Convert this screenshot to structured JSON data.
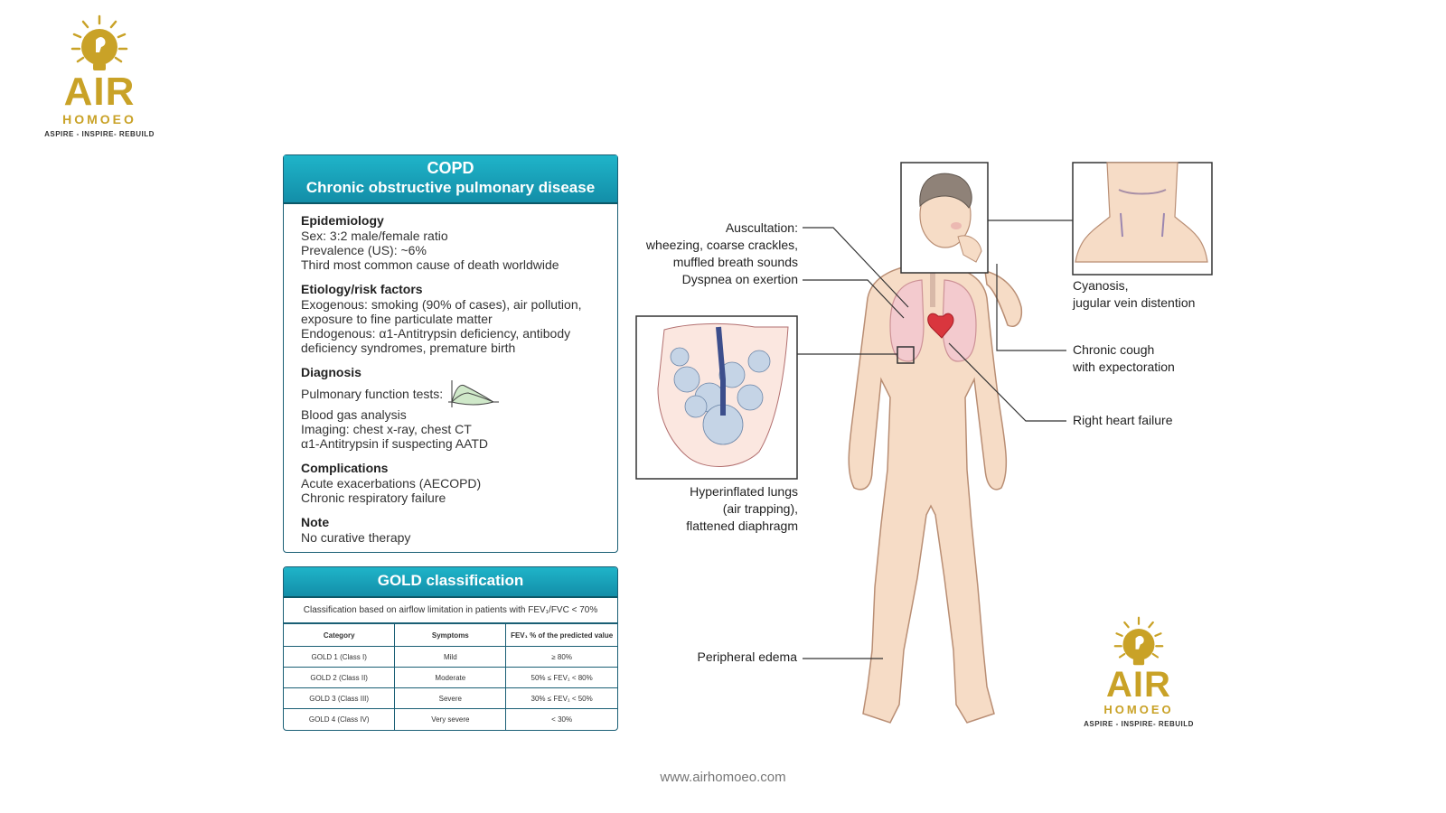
{
  "logo": {
    "brand": "AIR",
    "sub": "HOMOEO",
    "tagline": "ASPIRE - INSPIRE- REBUILD",
    "color": "#c9a227"
  },
  "copd": {
    "title": "COPD",
    "subtitle": "Chronic obstructive pulmonary disease",
    "sections": [
      {
        "heading": "Epidemiology",
        "lines": [
          "Sex: 3:2 male/female ratio",
          "Prevalence (US): ~6%",
          "Third most common cause of death worldwide"
        ]
      },
      {
        "heading": "Etiology/risk factors",
        "lines": [
          "Exogenous: smoking (90% of cases), air pollution,",
          "exposure to fine particulate matter",
          "Endogenous: α1-Antitrypsin deficiency, antibody",
          "deficiency syndromes, premature birth"
        ]
      },
      {
        "heading": "Diagnosis",
        "lines": [
          "Pulmonary function tests:",
          "Blood gas analysis",
          "Imaging: chest x-ray, chest CT",
          "α1-Antitrypsin if suspecting AATD"
        ]
      },
      {
        "heading": "Complications",
        "lines": [
          "Acute exacerbations (AECOPD)",
          "Chronic respiratory failure"
        ]
      },
      {
        "heading": "Note",
        "lines": [
          "No curative therapy"
        ]
      }
    ],
    "accent": "#1fb4c9"
  },
  "gold": {
    "title": "GOLD classification",
    "description": "Classification based on airflow limitation in patients with FEV₁/FVC < 70%",
    "headers": [
      "Category",
      "Symptoms",
      "FEV₁ % of the predicted value"
    ],
    "rows": [
      [
        "GOLD 1 (Class I)",
        "Mild",
        "≥ 80%"
      ],
      [
        "GOLD 2 (Class II)",
        "Moderate",
        "50% ≤ FEV₁ < 80%"
      ],
      [
        "GOLD 3 (Class III)",
        "Severe",
        "30% ≤ FEV₁ < 50%"
      ],
      [
        "GOLD 4 (Class IV)",
        "Very severe",
        "< 30%"
      ]
    ]
  },
  "labels": {
    "auscultation_1": "Auscultation:",
    "auscultation_2": "wheezing, coarse crackles,",
    "auscultation_3": "muffled breath sounds",
    "dyspnea": "Dyspnea on exertion",
    "hyper_1": "Hyperinflated lungs",
    "hyper_2": "(air trapping),",
    "hyper_3": "flattened diaphragm",
    "edema": "Peripheral edema",
    "cyanosis_1": "Cyanosis,",
    "cyanosis_2": "jugular vein distention",
    "cough_1": "Chronic cough",
    "cough_2": "with expectoration",
    "heart": "Right heart failure"
  },
  "footer": "www.airhomoeo.com"
}
